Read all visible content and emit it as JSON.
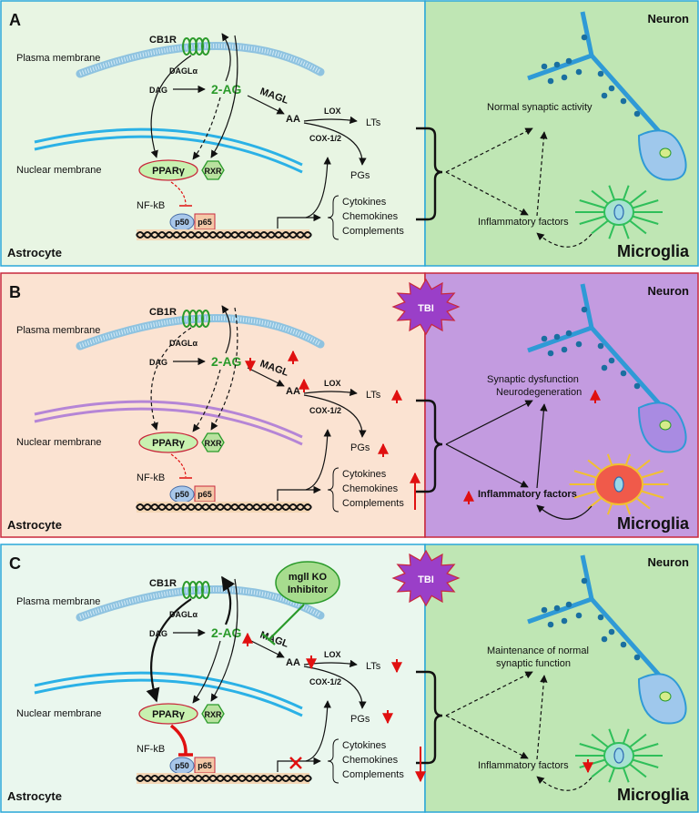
{
  "panels": [
    {
      "letter": "A",
      "cell": "Astrocyte",
      "cb1r": "CB1R",
      "plasma_membrane": "Plasma membrane",
      "nuclear_membrane": "Nuclear membrane",
      "daglalpha": "DAGLα",
      "dag": "DAG",
      "two_ag": "2-AG",
      "magl": "MAGL",
      "aa": "AA",
      "lox": "LOX",
      "lts": "LTs",
      "cox": "COX-1/2",
      "pgs": "PGs",
      "ppar": "PPARγ",
      "rxr": "RXR",
      "nfkb": "NF-kB",
      "p50": "p50",
      "p65": "p65",
      "cytokines": "Cytokines",
      "chemokines": "Chemokines",
      "complements": "Complements",
      "neuron": "Neuron",
      "microglia": "Microglia",
      "synaptic_line1": "Normal synaptic activity",
      "synaptic_line2": "",
      "inflammatory": "Inflammatory factors"
    },
    {
      "letter": "B",
      "cell": "Astrocyte",
      "cb1r": "CB1R",
      "plasma_membrane": "Plasma membrane",
      "nuclear_membrane": "Nuclear membrane",
      "daglalpha": "DAGLα",
      "dag": "DAG",
      "two_ag": "2-AG",
      "magl": "MAGL",
      "aa": "AA",
      "lox": "LOX",
      "lts": "LTs",
      "cox": "COX-1/2",
      "pgs": "PGs",
      "ppar": "PPARγ",
      "rxr": "RXR",
      "nfkb": "NF-kB",
      "p50": "p50",
      "p65": "p65",
      "cytokines": "Cytokines",
      "chemokines": "Chemokines",
      "complements": "Complements",
      "neuron": "Neuron",
      "microglia": "Microglia",
      "synaptic_line1": "Synaptic dysfunction",
      "synaptic_line2": "Neurodegeneration",
      "inflammatory": "Inflammatory factors",
      "tbi": "TBI"
    },
    {
      "letter": "C",
      "cell": "Astrocyte",
      "cb1r": "CB1R",
      "plasma_membrane": "Plasma membrane",
      "nuclear_membrane": "Nuclear membrane",
      "daglalpha": "DAGLα",
      "dag": "DAG",
      "two_ag": "2-AG",
      "magl": "MAGL",
      "aa": "AA",
      "lox": "LOX",
      "lts": "LTs",
      "cox": "COX-1/2",
      "pgs": "PGs",
      "ppar": "PPARγ",
      "rxr": "RXR",
      "nfkb": "NF-kB",
      "p50": "p50",
      "p65": "p65",
      "cytokines": "Cytokines",
      "chemokines": "Chemokines",
      "complements": "Complements",
      "neuron": "Neuron",
      "microglia": "Microglia",
      "synaptic_line1": "Maintenance of normal",
      "synaptic_line2": "synaptic function",
      "inflammatory": "Inflammatory factors",
      "tbi": "TBI",
      "inhibitor_line1": "mgll KO",
      "inhibitor_line2": "Inhibitor"
    }
  ],
  "colors": {
    "panel_a_left": "#e8f5e3",
    "panel_a_right": "#bfe6b4",
    "panel_b_left": "#fbe3d2",
    "panel_b_right": "#c39be0",
    "panel_c_left": "#eaf7ee",
    "panel_c_right": "#bfe6b4",
    "border_blue": "#2aa7d8",
    "border_red": "#c8283c",
    "neuron_blue": "#2f9ad6",
    "up_down_arrow": "#e01010"
  }
}
